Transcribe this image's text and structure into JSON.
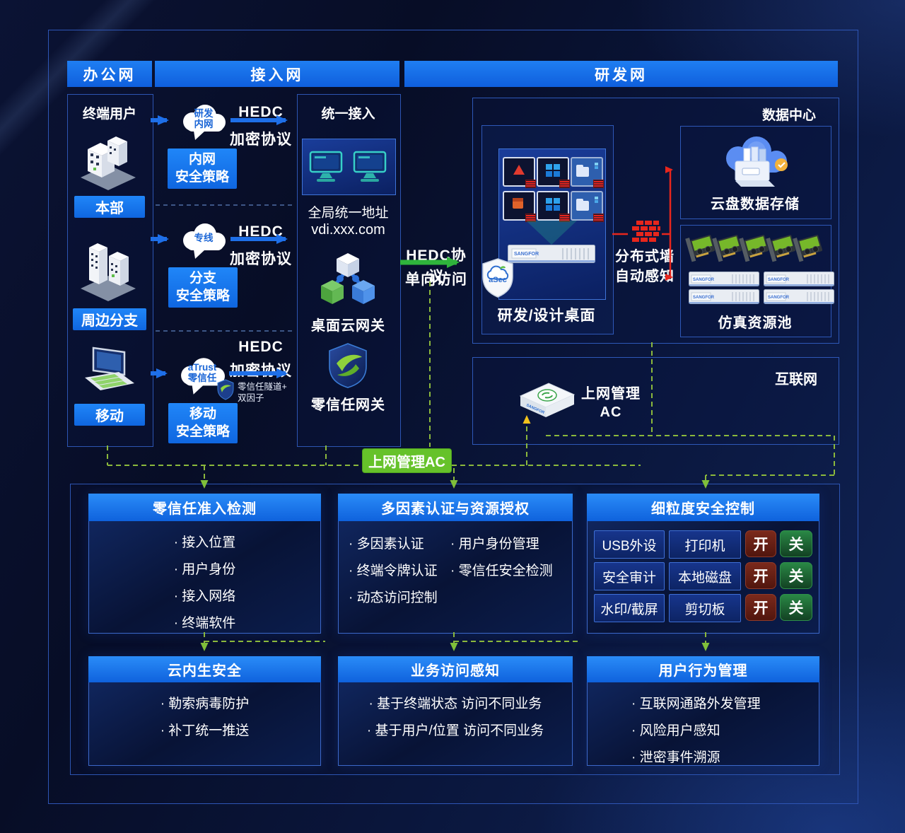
{
  "colors": {
    "accent_blue": "#1877f2",
    "panel_header": "#1a7af0",
    "badge_green": "#66c22a",
    "arrow_green": "#2fb43c",
    "dashed_green": "#8bb83c",
    "red": "#e8261c",
    "toggle_on_red": "#6e2018",
    "toggle_off_green": "#1e6b35"
  },
  "headers": {
    "office": "办公网",
    "access": "接入网",
    "rnd": "研发网"
  },
  "terminal": {
    "title": "终端用户",
    "nodes": [
      {
        "label": "本部"
      },
      {
        "label": "周边分支"
      },
      {
        "label": "移动"
      }
    ]
  },
  "access": {
    "hedc": {
      "l1": "HEDC",
      "l2": "加密协议"
    },
    "clouds": [
      {
        "l1": "研发",
        "l2": "内网"
      },
      {
        "l1": "专线"
      },
      {
        "l1": "aTrust",
        "l2": "零信任"
      }
    ],
    "policies": [
      {
        "l1": "内网",
        "l2": "安全策略"
      },
      {
        "l1": "分支",
        "l2": "安全策略"
      },
      {
        "l1": "移动",
        "l2": "安全策略"
      }
    ],
    "tunnel": {
      "l1": "零信任隧道+",
      "l2": "双因子"
    }
  },
  "unified": {
    "title": "统一接入",
    "addr1": "全局统一地址",
    "addr2": "vdi.xxx.com",
    "gateway1": "桌面云网关",
    "gateway2": "零信任网关"
  },
  "protocol": {
    "l1": "HEDC协议",
    "l2": "单向访问"
  },
  "rnd": {
    "datacenter": "数据中心",
    "desktop_caption": "研发/设计桌面",
    "asec": "aSec",
    "wall1": "分布式墙",
    "wall2": "自动感知",
    "storage": "云盘数据存储",
    "pool": "仿真资源池",
    "brand": "SANGFOR"
  },
  "internet": {
    "label": "互联网",
    "ac1": "上网管理",
    "ac2": "AC",
    "brand": "SANGFOR"
  },
  "badge": "上网管理AC",
  "panels": {
    "zt": {
      "title": "零信任准入检测",
      "items": [
        "接入位置",
        "用户身份",
        "接入网络",
        "终端软件"
      ]
    },
    "mfa": {
      "title": "多因素认证与资源授权",
      "left": [
        "多因素认证",
        "终端令牌认证",
        "动态访问控制"
      ],
      "right": [
        "用户身份管理",
        "零信任安全检测"
      ]
    },
    "fine": {
      "title": "细粒度安全控制",
      "on": "开",
      "off": "关",
      "rows": [
        {
          "a": "USB外设",
          "b": "打印机"
        },
        {
          "a": "安全审计",
          "b": "本地磁盘"
        },
        {
          "a": "水印/截屏",
          "b": "剪切板"
        }
      ]
    },
    "cloud": {
      "title": "云内生安全",
      "items": [
        "勒索病毒防护",
        "补丁统一推送"
      ]
    },
    "biz": {
      "title": "业务访问感知",
      "items": [
        "基于终端状态 访问不同业务",
        "基于用户/位置 访问不同业务"
      ]
    },
    "user": {
      "title": "用户行为管理",
      "items": [
        "互联网通路外发管理",
        "风险用户感知",
        "泄密事件溯源"
      ]
    }
  }
}
